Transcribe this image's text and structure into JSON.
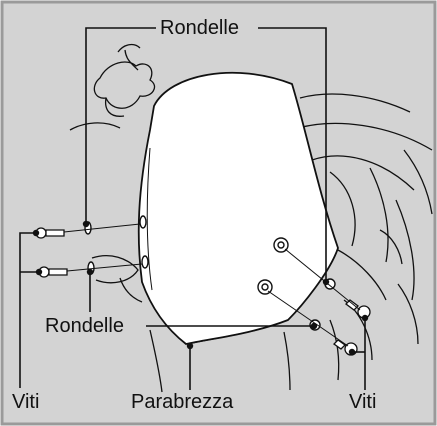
{
  "labels": {
    "rondelle_top": "Rondelle",
    "rondelle_mid": "Rondelle",
    "viti_left": "Viti",
    "parabrezza": "Parabrezza",
    "viti_right": "Viti"
  },
  "colors": {
    "background": "#d3d3d3",
    "frame": "#9a9a9a",
    "line": "#111111",
    "windscreen": "#ffffff"
  }
}
